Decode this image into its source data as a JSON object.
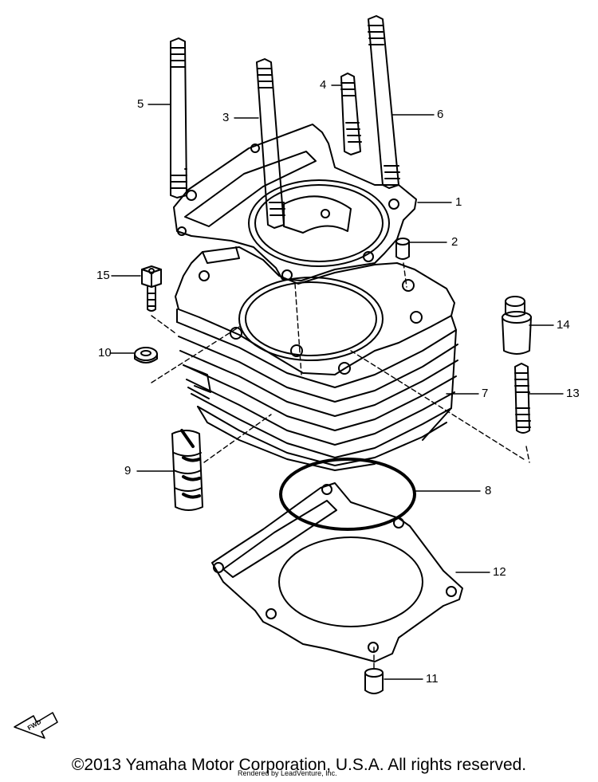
{
  "callouts": {
    "c1": "1",
    "c2": "2",
    "c3": "3",
    "c4": "4",
    "c5": "5",
    "c6": "6",
    "c7": "7",
    "c8": "8",
    "c9": "9",
    "c10": "10",
    "c11": "11",
    "c12": "12",
    "c13": "13",
    "c14": "14",
    "c15": "15"
  },
  "fwd_label": "FWD",
  "footer": {
    "copyright": "©2013 Yamaha Motor Corporation, U.S.A. All rights reserved.",
    "render_note": "Rendered by LeadVenture, Inc."
  }
}
